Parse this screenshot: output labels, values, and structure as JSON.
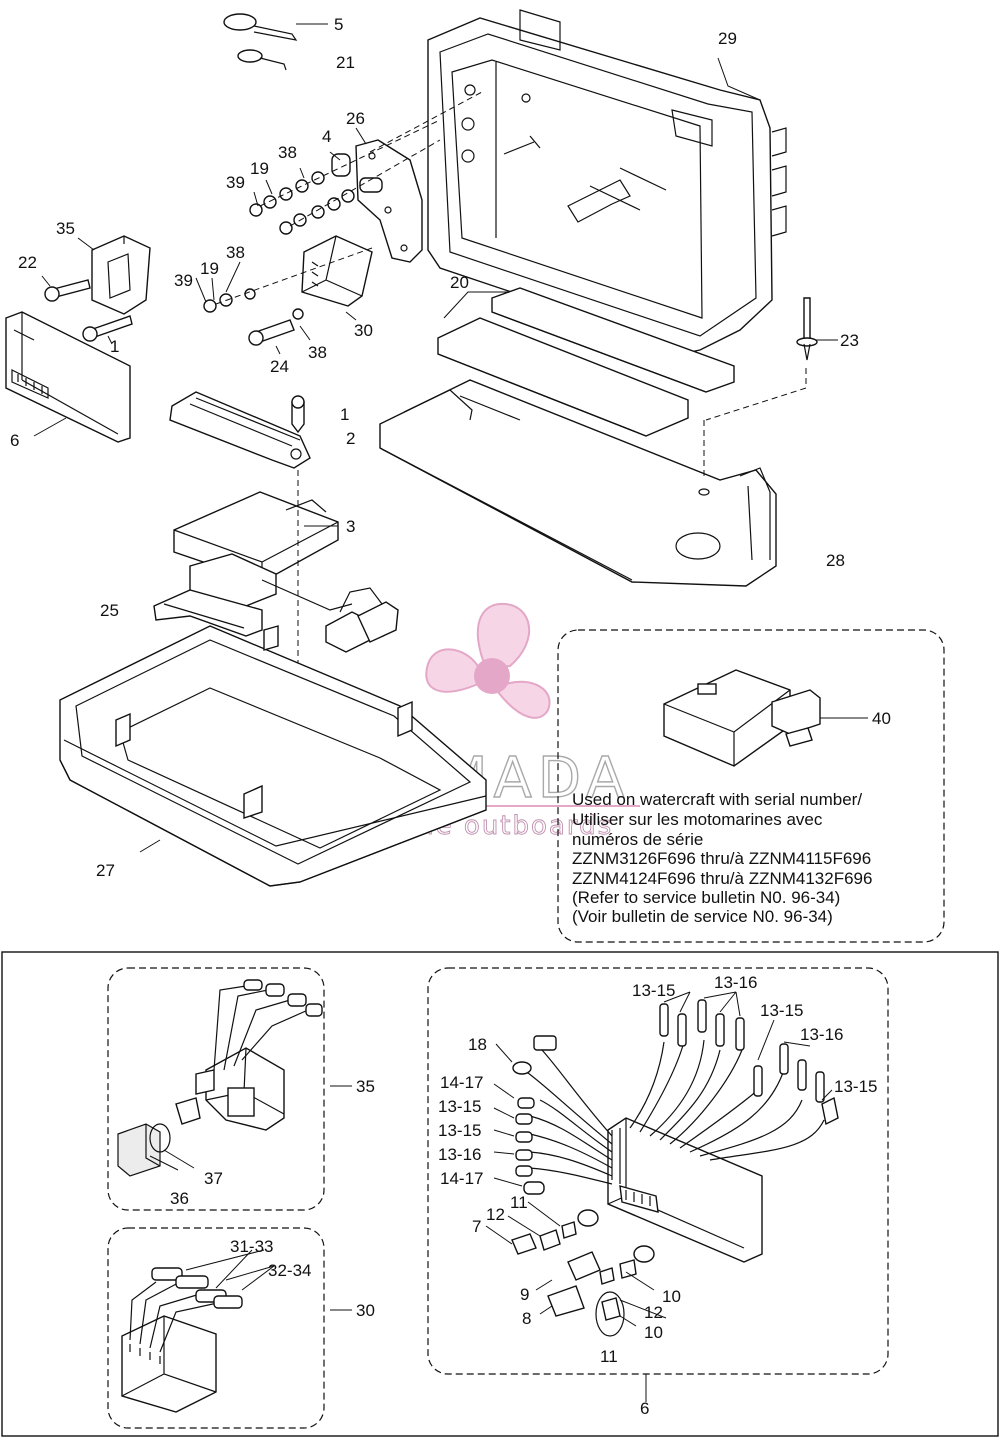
{
  "watermark": {
    "brand": "ARMADA",
    "tagline": "marine outboards",
    "accent_color": "#e4a7c8",
    "icon": "propeller-icon"
  },
  "note": {
    "lines": [
      "Used on watercraft with serial number/",
      "Utiliser sur les motomarines avec",
      "numéros de série",
      "ZZNM3126F696 thru/à ZZNM4115F696",
      "ZZNM4124F696 thru/à ZZNM4132F696",
      "(Refer to service bulletin N0. 96-34)",
      "(Voir bulletin de service N0. 96-34)"
    ]
  },
  "parts": {
    "p5": "5",
    "p21": "21",
    "p29": "29",
    "p26": "26",
    "p4": "4",
    "p38a": "38",
    "p19a": "19",
    "p39a": "39",
    "p35": "35",
    "p22": "22",
    "p38b": "38",
    "p39b": "39",
    "p19b": "19",
    "p30": "30",
    "p1a": "1",
    "p38c": "38",
    "p24": "24",
    "p20": "20",
    "p23": "23",
    "p6": "6",
    "p1b": "1",
    "p2": "2",
    "p3": "3",
    "p28": "28",
    "p25": "25",
    "p40": "40",
    "p27": "27"
  },
  "detail_35": {
    "p35": "35",
    "p37": "37",
    "p36": "36"
  },
  "detail_30": {
    "p3133": "31-33",
    "p3234": "32-34",
    "p30": "30"
  },
  "detail_6": {
    "a": "13-15",
    "b": "13-16",
    "c": "13-15",
    "d": "13-16",
    "e": "13-15",
    "f": "18",
    "g": "14-17",
    "h": "13-15",
    "i": "13-15",
    "j": "13-16",
    "k": "14-17",
    "l": "11",
    "m": "12",
    "n": "7",
    "o": "9",
    "p": "12",
    "q": "10",
    "r": "8",
    "s": "10",
    "t": "11",
    "u": "6"
  }
}
